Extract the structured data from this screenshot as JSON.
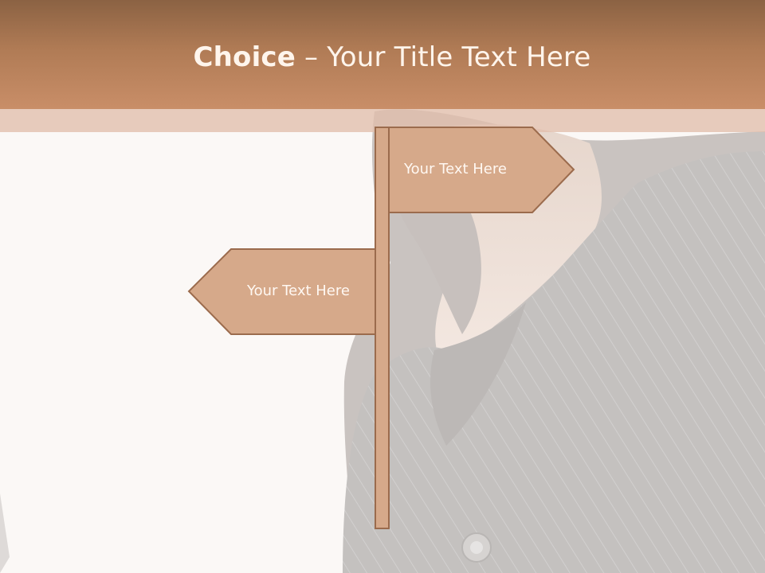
{
  "slide": {
    "title_bold": "Choice",
    "title_rest": " – Your Title Text Here",
    "sign_right_text": "Your Text Here",
    "sign_left_text": "Your Text Here"
  },
  "colors": {
    "title_bar": "#c98e68",
    "sign_fill": "#d6a98a",
    "sign_stroke": "#9b6b4d"
  }
}
